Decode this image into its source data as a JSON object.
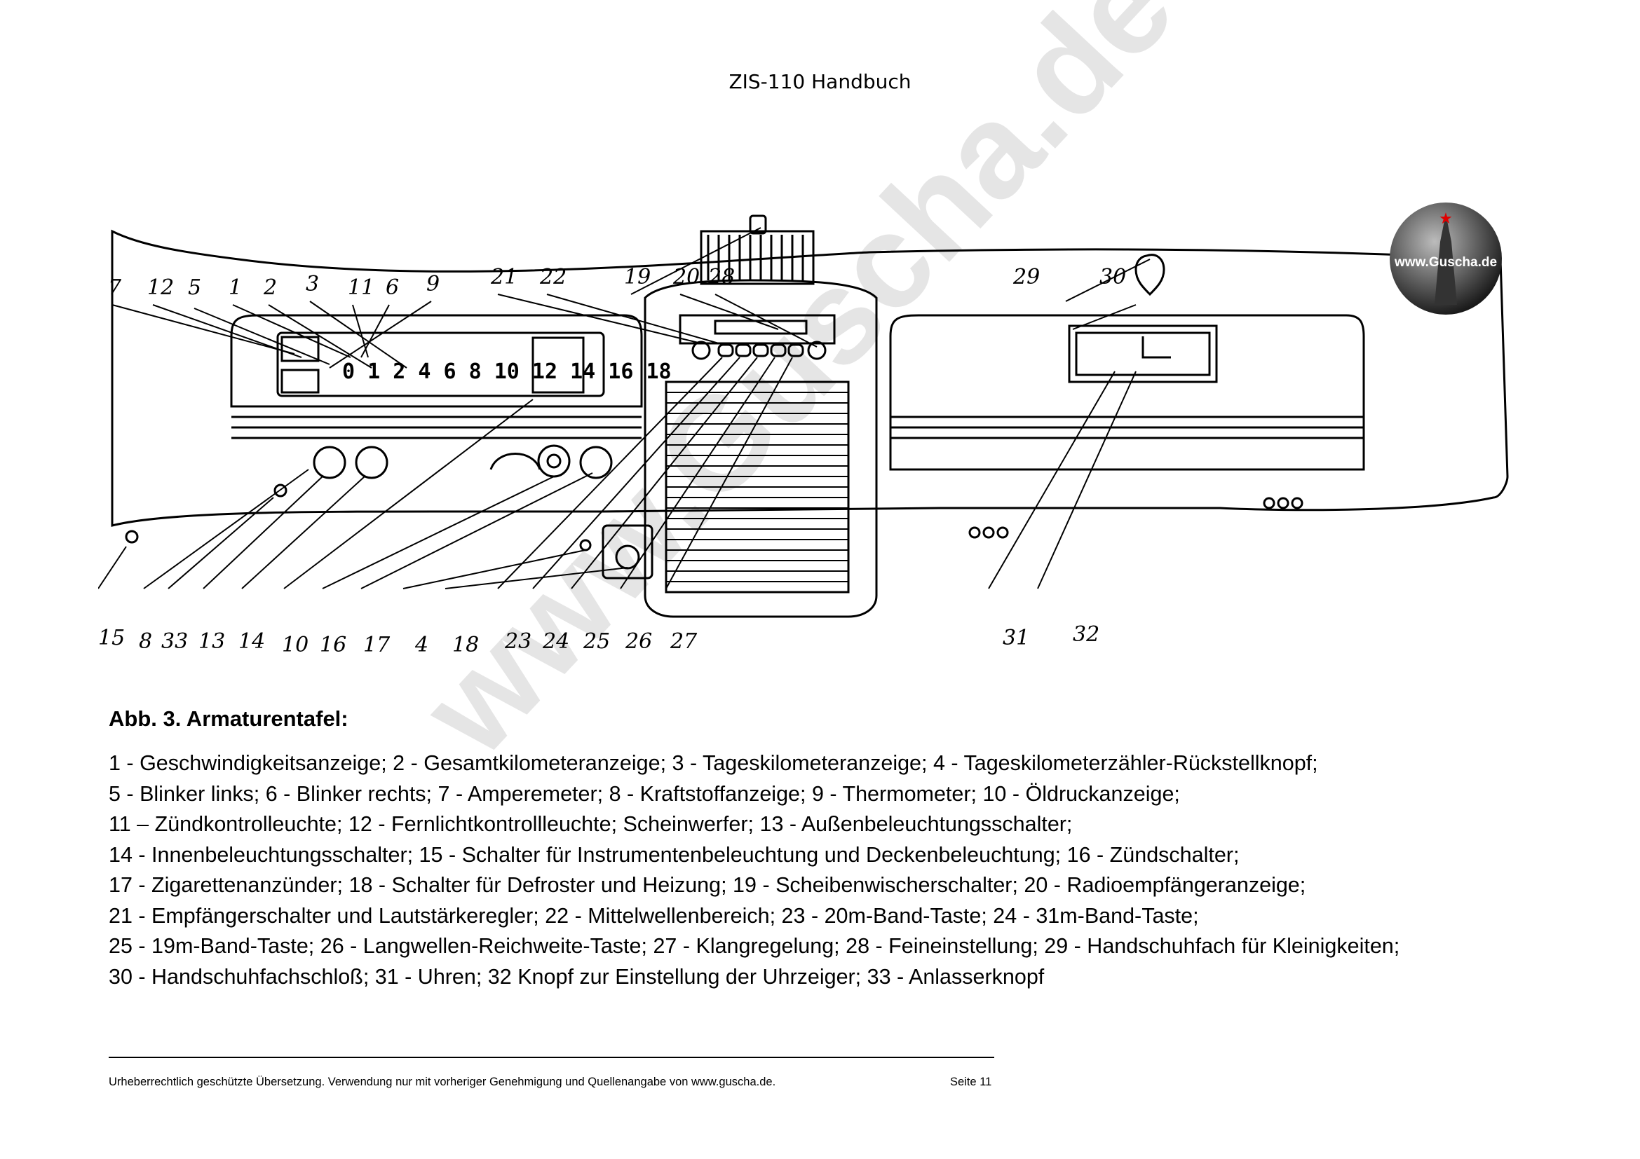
{
  "page": {
    "header": "ZIS-110 Handbuch",
    "caption": "Abb. 3. Armaturentafel:",
    "legend_lines": [
      "1 - Geschwindigkeitsanzeige; 2 - Gesamtkilometeranzeige; 3 - Tageskilometeranzeige; 4 - Tageskilometerzähler-Rückstellknopf;",
      "5 - Blinker links; 6 - Blinker rechts; 7 - Amperemeter; 8 - Kraftstoffanzeige; 9 - Thermometer; 10 - Öldruckanzeige;",
      "11 – Zündkontrolleuchte; 12 - Fernlichtkontrollleuchte; Scheinwerfer; 13 - Außenbeleuchtungsschalter;",
      "14 - Innenbeleuchtungsschalter; 15 - Schalter für Instrumentenbeleuchtung und Deckenbeleuchtung; 16 - Zündschalter;",
      "17 - Zigarettenanzünder; 18 - Schalter für Defroster und Heizung; 19 - Scheibenwischerschalter; 20 - Radioempfängeranzeige;",
      "21 - Empfängerschalter und Lautstärkeregler; 22 - Mittelwellenbereich; 23 - 20m-Band-Taste; 24 - 31m-Band-Taste;",
      "25 - 19m-Band-Taste; 26 - Langwellen-Reichweite-Taste; 27 - Klangregelung; 28 - Feineinstellung; 29 - Handschuhfach für Kleinigkeiten;",
      "30 - Handschuhfachschloß; 31 - Uhren; 32 Knopf zur Einstellung der Uhrzeiger; 33 - Anlasserknopf"
    ],
    "footer_left": "Urheberrechtlich geschützte Übersetzung. Verwendung nur mit vorheriger Genehmigung und Quellenangabe von www.guscha.de.",
    "footer_right": "Seite 11",
    "watermark": "www.Guscha.de",
    "logo_text": "www.Guscha.de"
  },
  "figure": {
    "top_numbers": [
      "7",
      "12",
      "5",
      "1",
      "2",
      "3",
      "11",
      "6",
      "9",
      "21",
      "22",
      "19",
      "20",
      "28",
      "29",
      "30"
    ],
    "bottom_numbers": [
      "15",
      "8",
      "33",
      "13",
      "14",
      "10",
      "16",
      "17",
      "4",
      "18",
      "23",
      "24",
      "25",
      "26",
      "27",
      "31",
      "32"
    ],
    "speedometer_scale": "0 1 2 4 6 8 10 12 14 16 18"
  }
}
